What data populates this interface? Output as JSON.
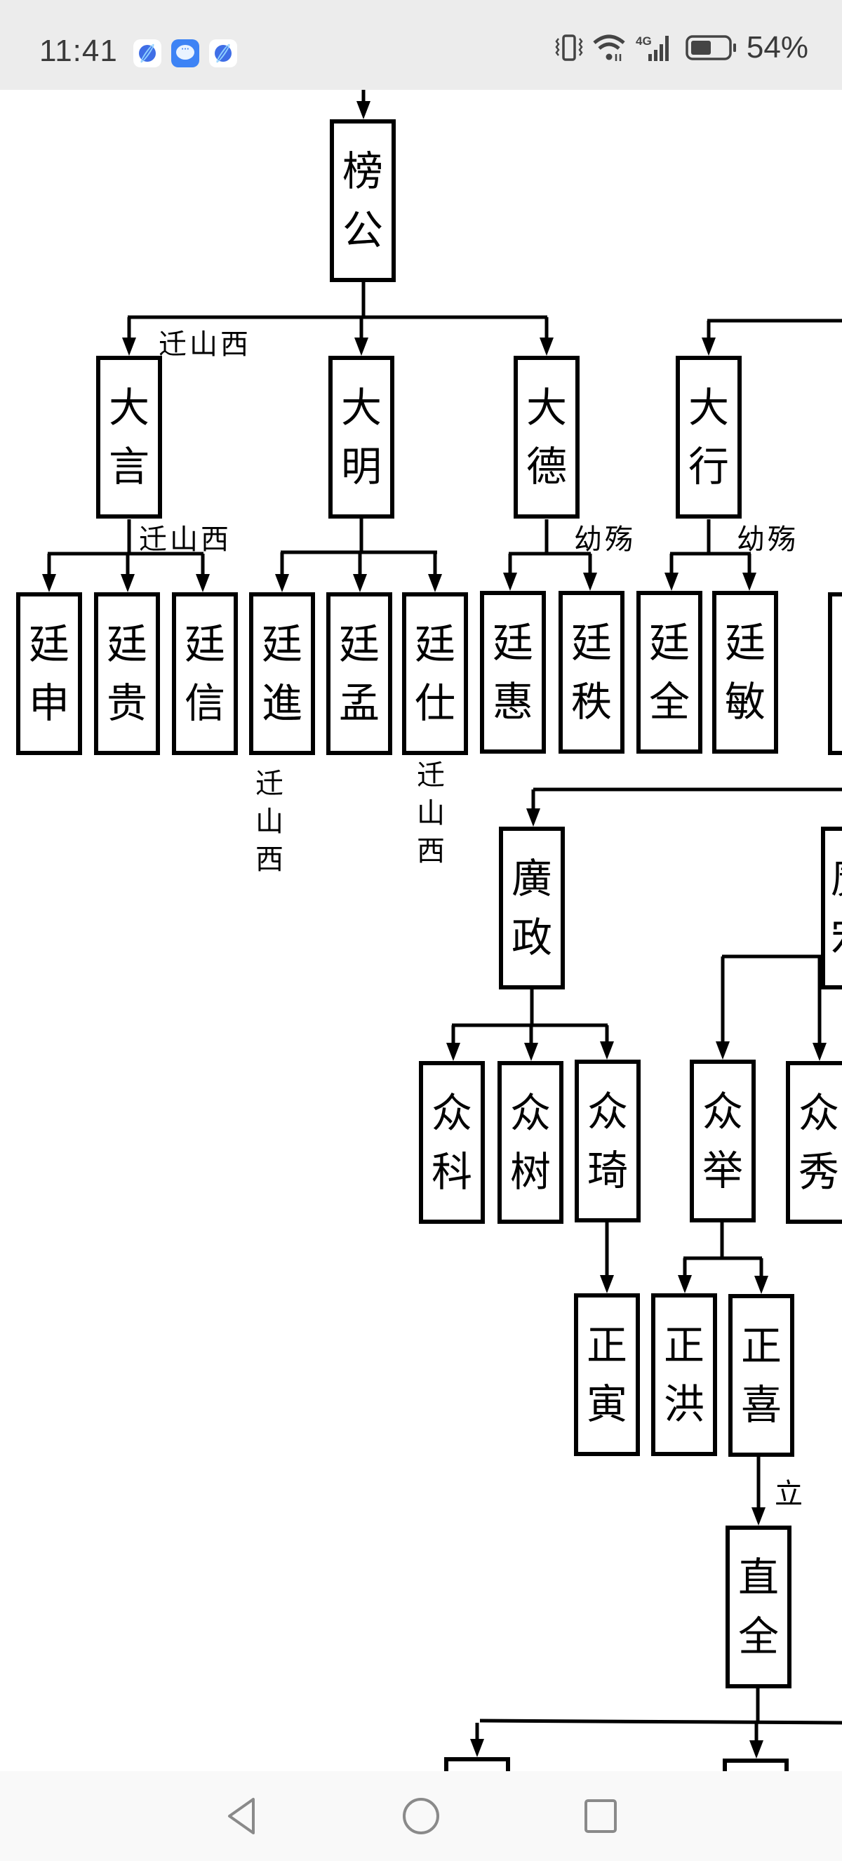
{
  "status_bar": {
    "time": "11:41",
    "notifications": [
      "browser-icon",
      "messages-icon",
      "browser-icon"
    ],
    "network": "4G",
    "battery_percent": "54%",
    "battery_level": 0.54
  },
  "tree": {
    "root": {
      "id": "banggong",
      "chars": [
        "榜",
        "公"
      ]
    },
    "generation_1": [
      {
        "id": "dayan",
        "chars": [
          "大",
          "言"
        ],
        "note_in": "迁山西",
        "note_out": "迁山西"
      },
      {
        "id": "daming",
        "chars": [
          "大",
          "明"
        ]
      },
      {
        "id": "dade",
        "chars": [
          "大",
          "德"
        ],
        "note_out": "幼殇"
      },
      {
        "id": "daxing",
        "chars": [
          "大",
          "行"
        ],
        "note_out": "幼殇"
      }
    ],
    "generation_2": [
      {
        "id": "tingshen",
        "chars": [
          "廷",
          "申"
        ],
        "parent": "dayan"
      },
      {
        "id": "tinggui",
        "chars": [
          "廷",
          "贵"
        ],
        "parent": "dayan"
      },
      {
        "id": "tingxin",
        "chars": [
          "廷",
          "信"
        ],
        "parent": "dayan"
      },
      {
        "id": "tingjin",
        "chars": [
          "廷",
          "進"
        ],
        "parent": "daming",
        "note": "迁山西"
      },
      {
        "id": "tingmeng",
        "chars": [
          "廷",
          "孟"
        ],
        "parent": "daming"
      },
      {
        "id": "tingshi",
        "chars": [
          "廷",
          "仕"
        ],
        "parent": "daming",
        "note": "迁山西"
      },
      {
        "id": "tinghui",
        "chars": [
          "廷",
          "惠"
        ],
        "parent": "dade"
      },
      {
        "id": "tingzhi",
        "chars": [
          "廷",
          "秩"
        ],
        "parent": "dade"
      },
      {
        "id": "tingquan",
        "chars": [
          "廷",
          "全"
        ],
        "parent": "daxing"
      },
      {
        "id": "tingmin",
        "chars": [
          "廷",
          "敏"
        ],
        "parent": "daxing"
      }
    ],
    "generation_3": [
      {
        "id": "guangzheng",
        "chars": [
          "廣",
          "政"
        ]
      },
      {
        "id": "guang-partial",
        "chars": [
          "廣",
          "宏"
        ],
        "partial": true
      }
    ],
    "generation_4": [
      {
        "id": "zhongke",
        "chars": [
          "众",
          "科"
        ],
        "parent": "guangzheng"
      },
      {
        "id": "zhongshu",
        "chars": [
          "众",
          "树"
        ],
        "parent": "guangzheng"
      },
      {
        "id": "zhongqi",
        "chars": [
          "众",
          "琦"
        ],
        "parent": "guangzheng"
      },
      {
        "id": "zhongju",
        "chars": [
          "众",
          "举"
        ]
      },
      {
        "id": "zhongxiu",
        "chars": [
          "众",
          "秀"
        ]
      }
    ],
    "generation_5": [
      {
        "id": "zhengyin",
        "chars": [
          "正",
          "寅"
        ],
        "parent": "zhongqi"
      },
      {
        "id": "zhenghong",
        "chars": [
          "正",
          "洪"
        ],
        "parent": "zhongju"
      },
      {
        "id": "zhengxi",
        "chars": [
          "正",
          "喜"
        ],
        "parent": "zhongju"
      }
    ],
    "generation_6": [
      {
        "id": "zhiquan",
        "chars": [
          "直",
          "全"
        ],
        "parent": "zhengxi",
        "note_in": "立"
      }
    ]
  },
  "nav_bar": {
    "back": "back-icon",
    "home": "home-icon",
    "recents": "recents-icon"
  }
}
